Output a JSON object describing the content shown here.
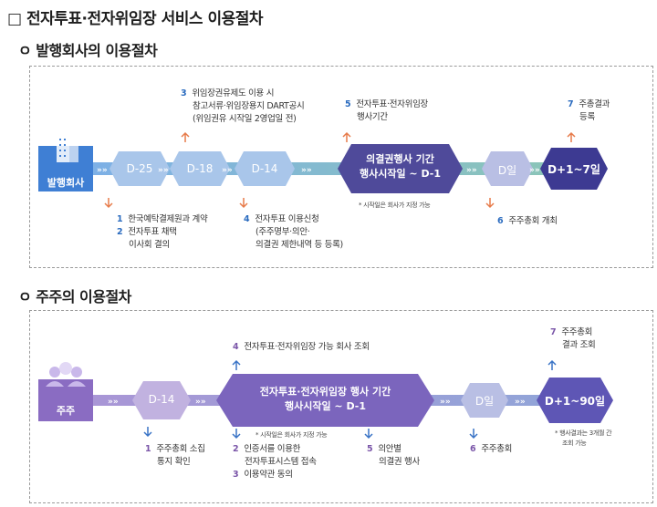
{
  "main_title": "□ 전자투표·전자위임장 서비스 이용절차",
  "section1": {
    "title": "ㅇ 발행회사의 이용절차",
    "actor": "발행회사",
    "steps": [
      "D-25",
      "D-18",
      "D-14"
    ],
    "period_line1": "의결권행사 기간",
    "period_line2": "행사시작일 ~ D-1",
    "period_note": "* 시작일은 회사가 지정 가능",
    "day": "D일",
    "end": "D+1~7일",
    "notes": {
      "n1_num": "1",
      "n1_text": "한국예탁결제원과 계약",
      "n2_num": "2",
      "n2_line1": "전자투표 채택",
      "n2_line2": "이사회 결의",
      "n3_num": "3",
      "n3_line1": "위임장권유제도 이용 시",
      "n3_line2": "참고서류·위임장용지 DART공시",
      "n3_line3": "(위임권유 시작일 2영업일 전)",
      "n4_num": "4",
      "n4_line1": "전자투표 이용신청",
      "n4_line2": "(주주명부·의안·",
      "n4_line3": "의결권 제한내역 등 등록)",
      "n5_num": "5",
      "n5_line1": "전자투표·전자위임장",
      "n5_line2": "행사기간",
      "n6_num": "6",
      "n6_text": "주주총회 개최",
      "n7_num": "7",
      "n7_line1": "주총결과",
      "n7_line2": "등록"
    }
  },
  "section2": {
    "title": "ㅇ 주주의 이용절차",
    "actor": "주주",
    "step": "D-14",
    "period_line1": "전자투표·전자위임장 행사 기간",
    "period_line2": "행사시작일 ~ D-1",
    "period_note": "* 시작일은 회사가 지정 가능",
    "day": "D일",
    "end": "D+1~90일",
    "end_note_line1": "* 행사결과는 3개월 간",
    "end_note_line2": "조회 가능",
    "notes": {
      "n1_num": "1",
      "n1_line1": "주주총회 소집",
      "n1_line2": "통지 확인",
      "n2_num": "2",
      "n2_line1": "인증서를 이용한",
      "n2_line2": "전자투표시스템 접속",
      "n3_num": "3",
      "n3_text": "이용약관 동의",
      "n4_num": "4",
      "n4_text": "전자투표·전자위임장 가능 회사 조회",
      "n5_num": "5",
      "n5_line1": "의안별",
      "n5_line2": "의결권 행사",
      "n6_num": "6",
      "n6_text": "주주총회",
      "n7_num": "7",
      "n7_line1": "주주총회",
      "n7_line2": "결과 조회"
    }
  },
  "colors": {
    "blue_box": "#3f7fd4",
    "step_fill": "#a9c6ea",
    "period_fill": "#4f4a9a",
    "end_fill": "#3d3a92",
    "day_fill": "#b9bfe4",
    "purple_box": "#8a6cc2",
    "purple_step": "#c1b2e0",
    "purple_period": "#7b65bd",
    "purple_end": "#5e56b5",
    "arrow_orange": "#e77b4a",
    "arrow_blue": "#3a74c6"
  }
}
